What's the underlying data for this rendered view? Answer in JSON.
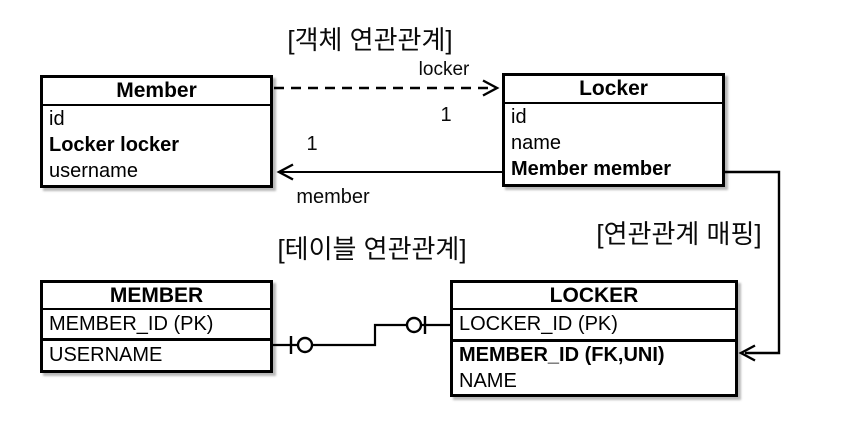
{
  "object_section": {
    "title": "[객체 연관관계]",
    "member_class": {
      "title": "Member",
      "fields": [
        "id",
        "Locker locker",
        "username"
      ]
    },
    "locker_class": {
      "title": "Locker",
      "fields": [
        "id",
        "name",
        "Member member"
      ]
    },
    "to_locker": {
      "label": "locker",
      "cardinality": "1"
    },
    "to_member": {
      "label": "member",
      "cardinality": "1"
    }
  },
  "table_section": {
    "title": "[테이블 연관관계]",
    "mapping_label": "[연관관계 매핑]",
    "member_table": {
      "title": "MEMBER",
      "rows": [
        "MEMBER_ID (PK)",
        "USERNAME"
      ]
    },
    "locker_table": {
      "title": "LOCKER",
      "rows": [
        "LOCKER_ID (PK)",
        "MEMBER_ID (FK,UNI)",
        "NAME"
      ]
    }
  },
  "colors": {
    "line": "#000000",
    "background": "#ffffff"
  }
}
